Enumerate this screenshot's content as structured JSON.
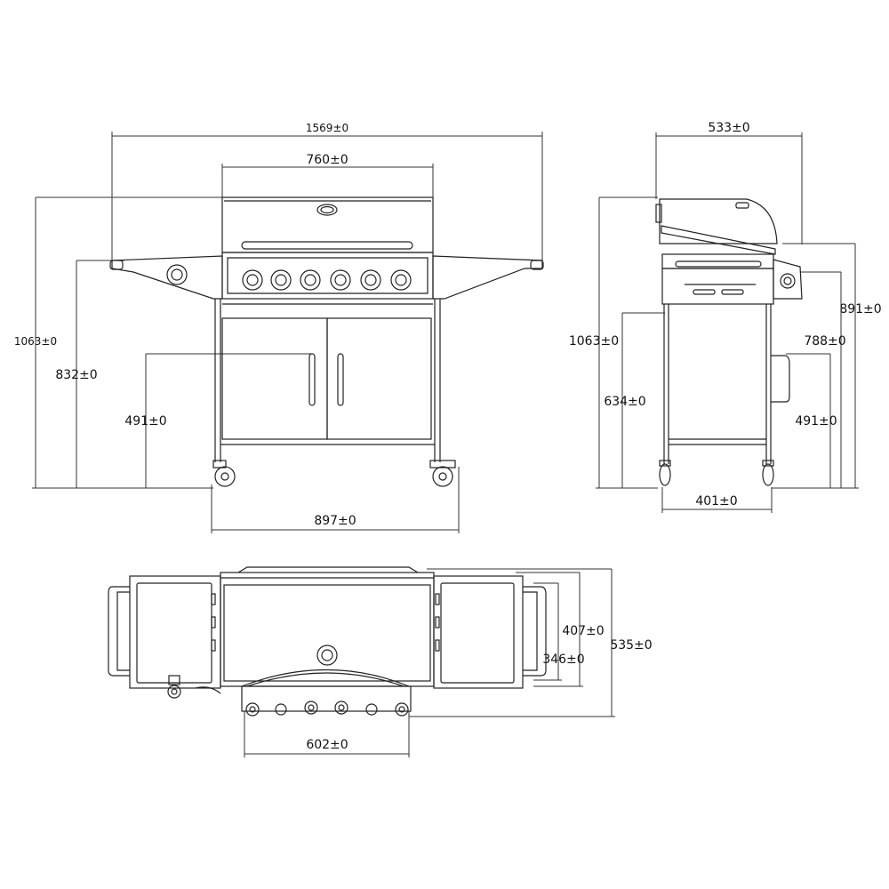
{
  "front_view": {
    "overall_width": "1569±0",
    "hood_width": "760±0",
    "overall_height": "1063±0",
    "shelf_height": "832±0",
    "cabinet_height": "491±0",
    "cart_width": "897±0"
  },
  "side_view": {
    "depth": "533±0",
    "overall_height": "1063±0",
    "side_burner_height": "891±0",
    "shelf_height": "788±0",
    "frame_height": "634±0",
    "cabinet_height": "491±0",
    "base_depth": "401±0"
  },
  "top_view": {
    "depth_a": "407±0",
    "depth_b": "346±0",
    "depth_c": "535±0",
    "control_width": "602±0"
  }
}
